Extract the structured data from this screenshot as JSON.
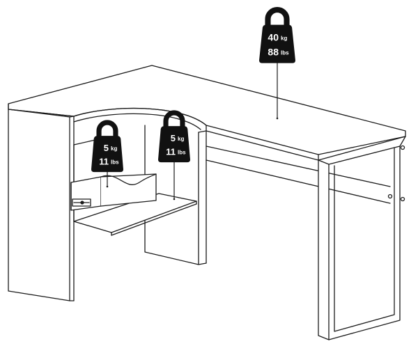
{
  "diagram": {
    "subject": "corner-desk-load-capacity",
    "weights": [
      {
        "id": "desktop",
        "kg_value": "40",
        "kg_unit": "kg",
        "lbs_value": "88",
        "lbs_unit": "lbs"
      },
      {
        "id": "drawer",
        "kg_value": "5",
        "kg_unit": "kg",
        "lbs_value": "11",
        "lbs_unit": "lbs"
      },
      {
        "id": "shelf",
        "kg_value": "5",
        "kg_unit": "kg",
        "lbs_value": "11",
        "lbs_unit": "lbs"
      }
    ],
    "colors": {
      "line": "#1a1a1a",
      "weight_fill": "#111111",
      "text": "#ffffff"
    }
  }
}
